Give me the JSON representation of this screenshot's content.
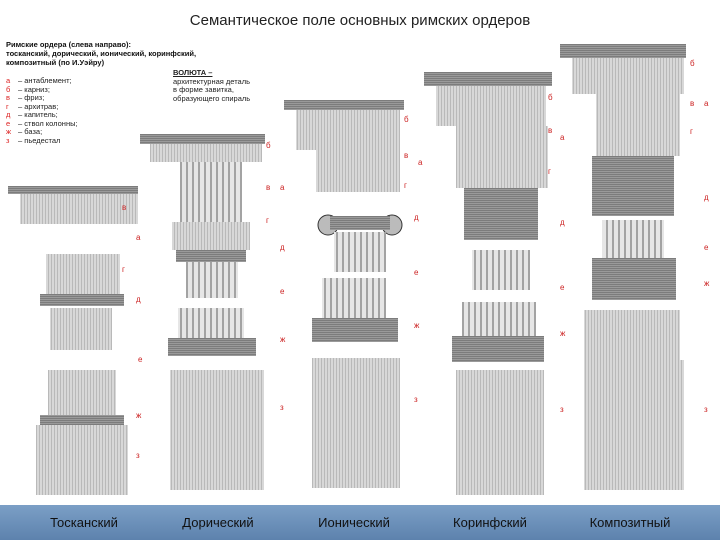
{
  "title": "Семантическое поле основных римских ордеров",
  "legend": {
    "heading_1": "Римские ордера (слева направо):",
    "heading_2": "тосканский, дорический, ионический, коринфский, композитный (по И.Уэйру)",
    "items": [
      {
        "key": "а",
        "text": "– антаблемент;"
      },
      {
        "key": "б",
        "text": "– карниз;"
      },
      {
        "key": "в",
        "text": "– фриз;"
      },
      {
        "key": "г",
        "text": "– архитрав;"
      },
      {
        "key": "д",
        "text": "– капитель;"
      },
      {
        "key": "е",
        "text": "– ствол колонны;"
      },
      {
        "key": "ж",
        "text": "– база;"
      },
      {
        "key": "з",
        "text": "– пьедестал"
      }
    ]
  },
  "volute": {
    "title": "ВОЛЮТА –",
    "line1": "архитектурная деталь",
    "line2": "в форме завитка,",
    "line3": "образующего спираль"
  },
  "orders": [
    {
      "name": "Тосканский"
    },
    {
      "name": "Дорический"
    },
    {
      "name": "Ионический"
    },
    {
      "name": "Коринфский"
    },
    {
      "name": "Композитный"
    }
  ],
  "codes": {
    "a": "а",
    "b": "б",
    "v": "в",
    "g": "г",
    "d": "д",
    "e": "е",
    "zh": "ж",
    "z": "з"
  },
  "colors": {
    "footer": "#6f92bb",
    "code_letters": "#cc2222",
    "stone": "#cfcfcf",
    "hatch": "#555555"
  }
}
